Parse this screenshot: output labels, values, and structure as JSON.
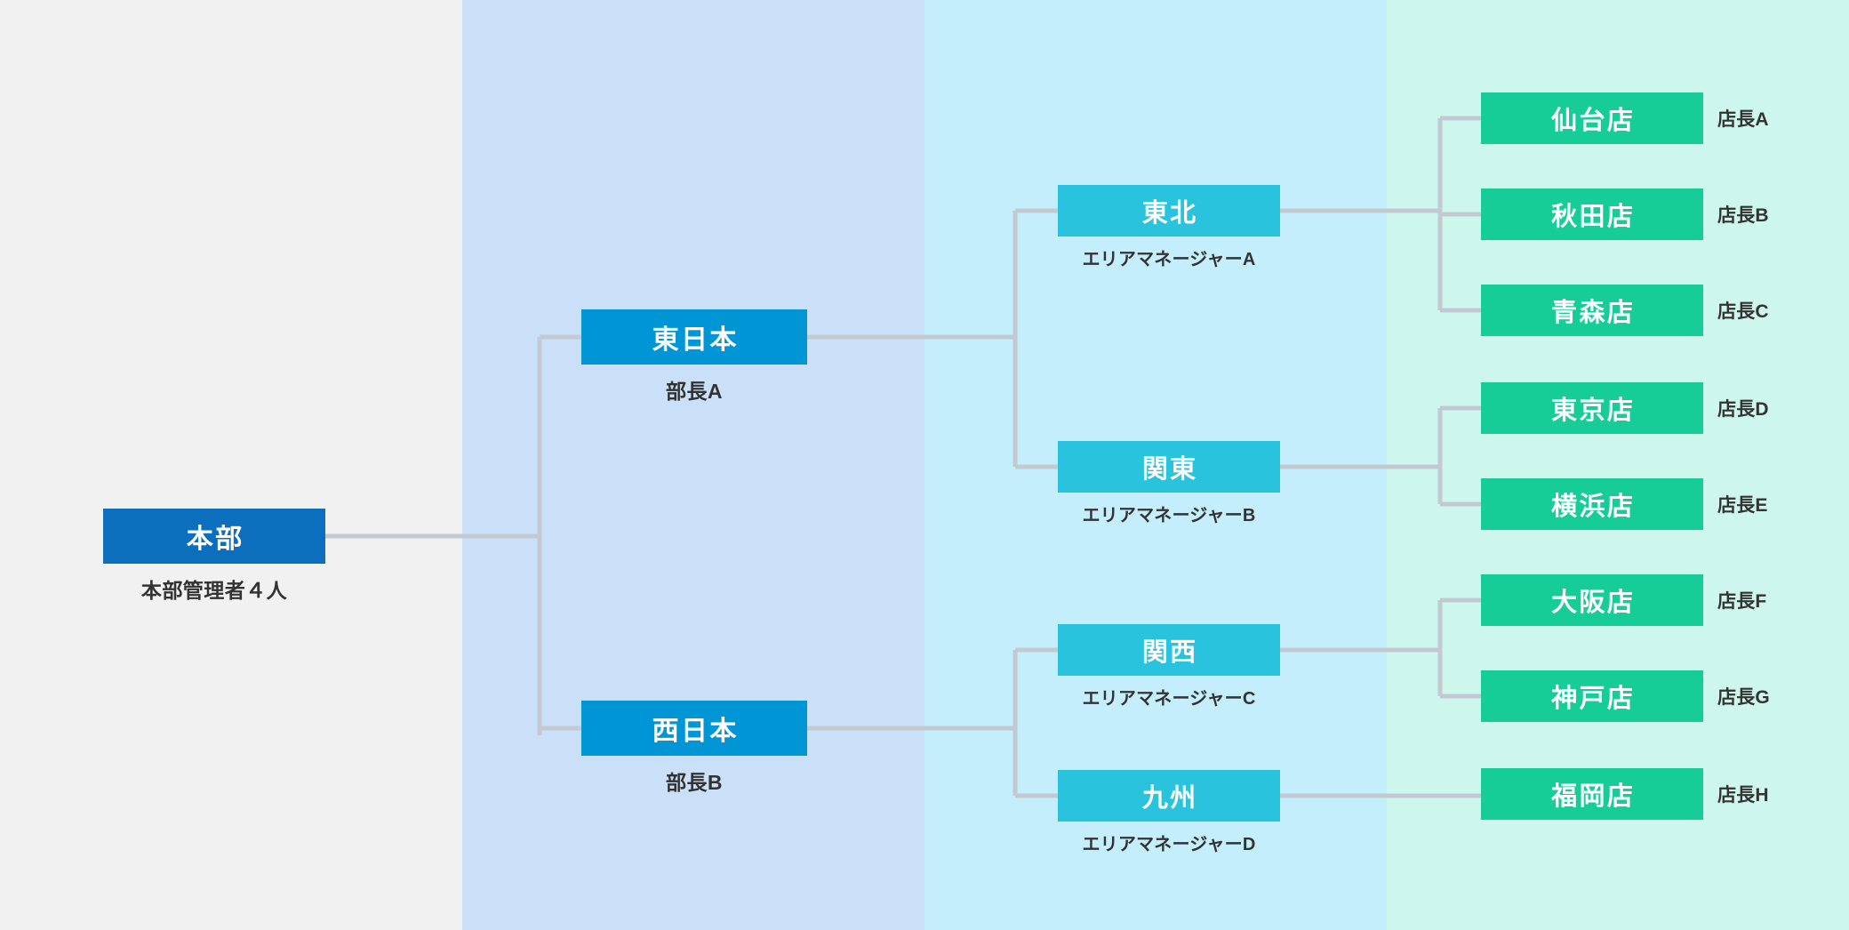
{
  "colors": {
    "band_1": "#f1f1f1",
    "band_2": "#c9e0f8",
    "band_3": "#c5eefc",
    "band_4": "#cdf7ec",
    "level_1_box": "#0b6fbd",
    "level_2_box": "#0096d6",
    "level_3_box": "#29c3dd",
    "level_4_box": "#16cd97",
    "connector": "#c2c9d1",
    "label_text": "#333333"
  },
  "headquarters": {
    "label": "本部",
    "sub": "本部管理者４人"
  },
  "divisions": [
    {
      "label": "東日本",
      "sub": "部長A"
    },
    {
      "label": "西日本",
      "sub": "部長B"
    }
  ],
  "areas": [
    {
      "label": "東北",
      "sub": "エリアマネージャーA"
    },
    {
      "label": "関東",
      "sub": "エリアマネージャーB"
    },
    {
      "label": "関西",
      "sub": "エリアマネージャーC"
    },
    {
      "label": "九州",
      "sub": "エリアマネージャーD"
    }
  ],
  "stores": [
    {
      "label": "仙台店",
      "sub": "店長A"
    },
    {
      "label": "秋田店",
      "sub": "店長B"
    },
    {
      "label": "青森店",
      "sub": "店長C"
    },
    {
      "label": "東京店",
      "sub": "店長D"
    },
    {
      "label": "横浜店",
      "sub": "店長E"
    },
    {
      "label": "大阪店",
      "sub": "店長F"
    },
    {
      "label": "神戸店",
      "sub": "店長G"
    },
    {
      "label": "福岡店",
      "sub": "店長H"
    }
  ]
}
